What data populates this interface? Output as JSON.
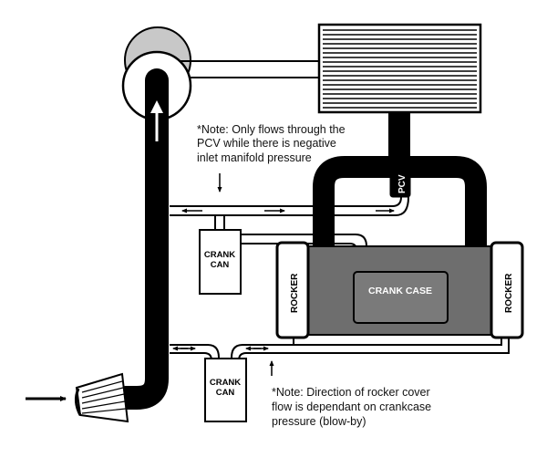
{
  "labels": {
    "pcv": "PCV",
    "crank_can_top": [
      "CRANK",
      "CAN"
    ],
    "crank_can_bottom": [
      "CRANK",
      "CAN"
    ],
    "crank_case": "CRANK CASE",
    "rocker_left": "ROCKER",
    "rocker_right": "ROCKER"
  },
  "notes": {
    "pcv_note": [
      "*Note: Only flows through the",
      "PCV while there is negative",
      "inlet manifold pressure"
    ],
    "rocker_note": [
      "*Note: Direction of rocker cover",
      "flow is dependant on crankcase",
      "pressure (blow-by)"
    ]
  },
  "colors": {
    "hose": "#000000",
    "case_fill": "#6e6e6e",
    "crank_case_fill": "#7a7a7a",
    "turbo_fill": "#c8c8c8"
  }
}
